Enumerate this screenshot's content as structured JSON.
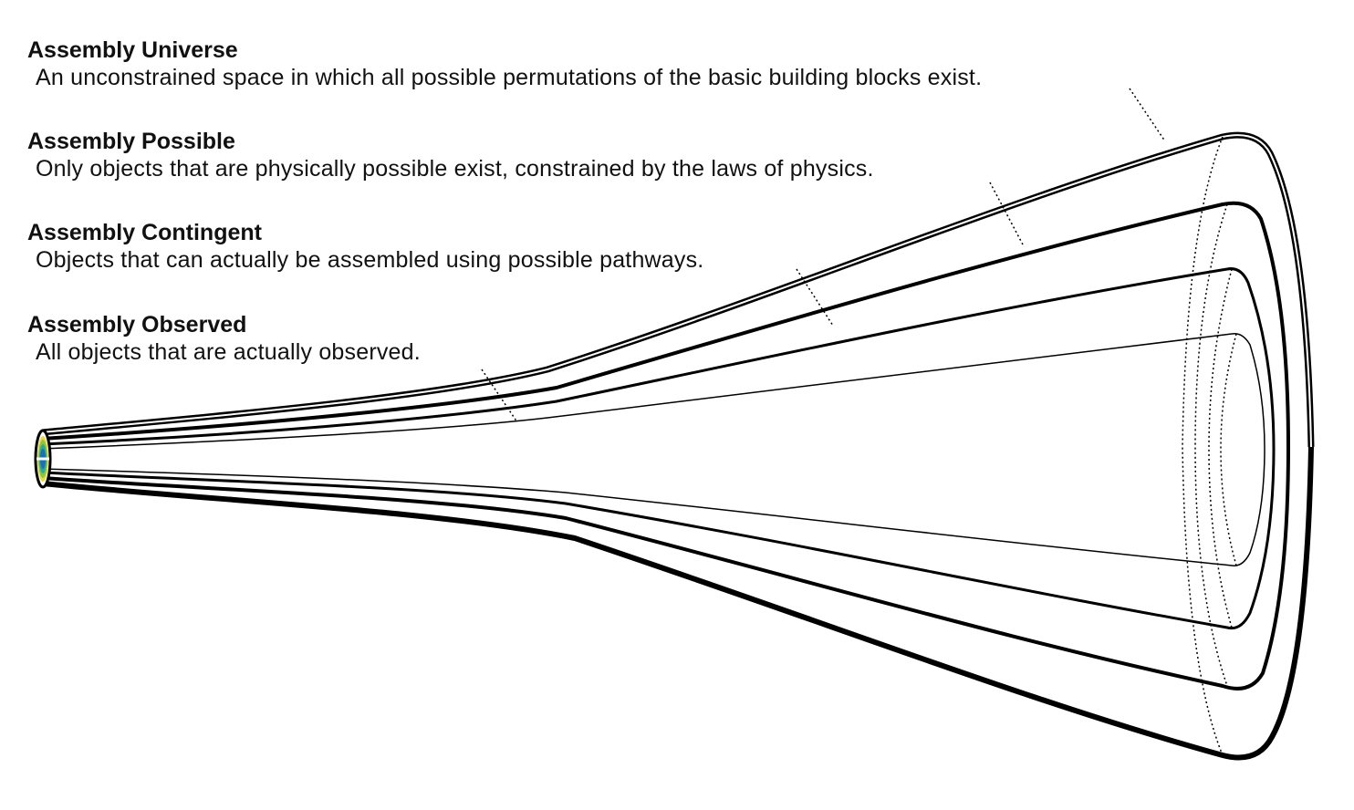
{
  "levels": [
    {
      "title": "Assembly Universe",
      "description": "An unconstrained space in which all possible permutations of the basic building blocks exist."
    },
    {
      "title": "Assembly Possible",
      "description": "Only objects that are physically possible exist, constrained by the laws of physics."
    },
    {
      "title": "Assembly Contingent",
      "description": "Objects that can actually be assembled using possible pathways."
    },
    {
      "title": "Assembly Observed",
      "description": "All objects that are actually observed."
    }
  ],
  "colors": {
    "stroke": "#000000",
    "text": "#111111",
    "core_blue": "#1f6fb2",
    "core_teal": "#2aa89a",
    "core_green": "#8cc63f",
    "core_yellow": "#e8d84a"
  }
}
